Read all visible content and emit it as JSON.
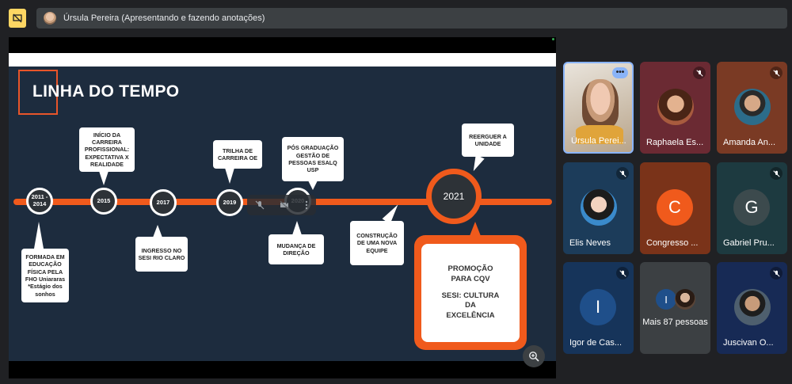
{
  "presenter": {
    "label": "Úrsula Pereira (Apresentando e fazendo anotações)"
  },
  "slide": {
    "title": "LINHA DO TEMPO",
    "nodes": [
      "2011 - 2014",
      "2015",
      "2017",
      "2019",
      "2020",
      "2021"
    ],
    "callouts": {
      "formada": "FORMADA EM EDUCAÇÃO FÍSICA PELA FHO Uniararas *Estágio dos sonhos",
      "inicio": "INÍCIO DA CARREIRA PROFISSIONAL: EXPECTATIVA X REALIDADE",
      "ingresso": "INGRESSO NO SESI RIO CLARO",
      "trilha": "TRILHA DE CARREIRA OE",
      "pos": "PÓS GRADUAÇÃO GESTÃO DE PESSOAS ESALQ USP",
      "mudanca": "MUDANÇA DE DIREÇÃO",
      "construcao": "CONSTRUÇÃO DE UMA NOVA EQUIPE",
      "reerguer": "REERGUER A UNIDADE"
    },
    "promo": {
      "line1": "PROMOÇÃO",
      "line2": "PARA CQV",
      "line3": "SESI: CULTURA",
      "line4": "DA",
      "line5": "EXCELÊNCIA"
    }
  },
  "participants": [
    {
      "name": "Úrsula Perei...",
      "color": "#8a6f55"
    },
    {
      "name": "Raphaela Es...",
      "color": "#6b2a33"
    },
    {
      "name": "Amanda An...",
      "color": "#7a3a24"
    },
    {
      "name": "Elis Neves",
      "color": "#1c3c5a"
    },
    {
      "name": "Congresso ...",
      "initial": "C",
      "color": "#7a3319",
      "avatar_color": "#f05a1c"
    },
    {
      "name": "Gabriel Pru...",
      "initial": "G",
      "color": "#1d3a40",
      "avatar_color": "#3c4a4d"
    },
    {
      "name": "Igor de Cas...",
      "initial": "I",
      "color": "#16345a",
      "avatar_color": "#1f4f8a"
    },
    {
      "name": "Mais 87 pessoas",
      "initial": "I",
      "color": "#3c4043",
      "avatar_color": "#1f4f8a"
    },
    {
      "name": "Juscivan O...",
      "color": "#172a55"
    }
  ]
}
